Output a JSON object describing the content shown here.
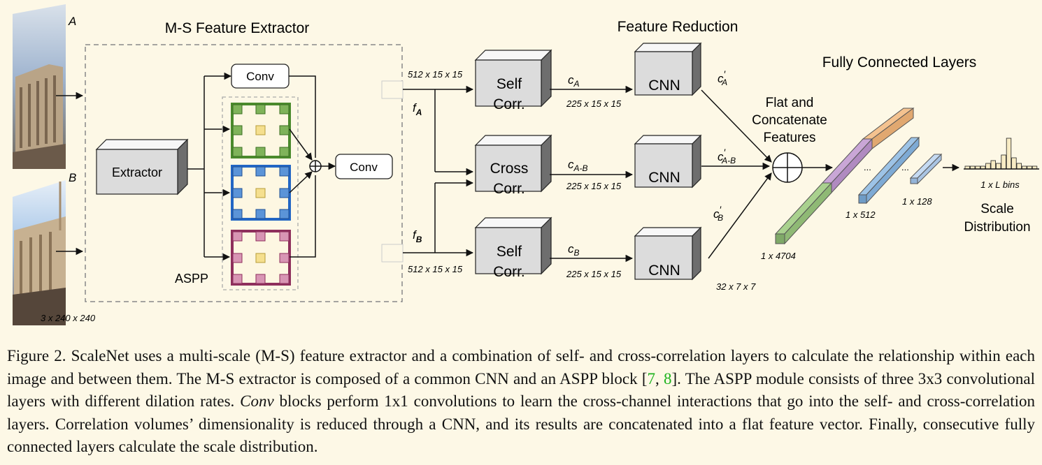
{
  "diagram": {
    "images": {
      "a_label": "A",
      "b_label": "B",
      "input_dim": "3 x 240 x 240",
      "colors": {
        "sky_a": "#9fb4cf",
        "stone": "#b9a487",
        "sky_b": "#9ec1e6"
      }
    },
    "extractor_section": {
      "title": "M-S Feature Extractor",
      "extractor_label": "Extractor",
      "conv_top_label": "Conv",
      "conv_right_label": "Conv",
      "aspp_label": "ASPP",
      "plus_symbol": "⊕",
      "aspp_colors": {
        "green": "#4a8a2c",
        "blue": "#2266c4",
        "purple": "#8e2f5c",
        "fill": "#fdf7e2",
        "center": "#f5df8e"
      }
    },
    "features": {
      "fa_label": "f",
      "fa_sub": "A",
      "fb_label": "f",
      "fb_sub": "B",
      "dim_top": "512 x 15 x 15",
      "dim_bottom": "512 x 15 x 15"
    },
    "correlation": {
      "self_a": [
        "Self",
        "Corr."
      ],
      "cross": [
        "Cross",
        "Corr."
      ],
      "self_b": [
        "Self",
        "Corr."
      ],
      "ca_label": "c",
      "ca_sub": "A",
      "cab_label": "c",
      "cab_sub": "A-B",
      "cb_label": "c",
      "cb_sub": "B",
      "dim_a": "225 x 15 x 15",
      "dim_ab": "225 x 15 x 15",
      "dim_b": "225 x 15 x 15"
    },
    "reduction": {
      "title": "Feature Reduction",
      "cnn_label": "CNN",
      "out_a_label": "c",
      "out_a_prime": "′",
      "out_a_sub": "A",
      "out_ab_label": "c",
      "out_ab_prime": "′",
      "out_ab_sub": "A-B",
      "out_b_label": "c",
      "out_b_prime": "′",
      "out_b_sub": "B",
      "out_dim": "32 x 7 x 7"
    },
    "fully_connected": {
      "title": "Fully Connected Layers",
      "concat_line1": "Flat and",
      "concat_line2": "Concatenate",
      "concat_line3": "Features",
      "plus_symbol": "⊕",
      "ellipsis": "...",
      "dim_4704": "1 x 4704",
      "dim_512": "1 x 512",
      "dim_128": "1 x 128",
      "bins_label": "1 x L bins",
      "scale_line1": "Scale",
      "scale_line2": "Distribution",
      "histogram": [
        1,
        1,
        1,
        1,
        2,
        3,
        2,
        5,
        11,
        4,
        2,
        1,
        1,
        1
      ],
      "colors": {
        "green": "#a9d18e",
        "purple": "#c9a6d6",
        "orange": "#f4c28f",
        "blue": "#9dc3e6",
        "light_blue": "#c5daf2"
      }
    }
  },
  "caption": {
    "part1": "Figure 2.  ScaleNet uses a multi-scale (M-S) feature extractor and a combination of self- and cross-correlation layers to calculate the relationship within each image and between them.  The M-S extractor is composed of a common CNN and an ASPP block [",
    "ref1": "7",
    "sep": ", ",
    "ref2": "8",
    "part2": "].  The ASPP module consists of three 3x3 convolutional layers with different dilation rates. ",
    "conv_word": "Conv",
    "part3": " blocks perform 1x1 convolutions to learn the cross-channel interactions that go into the self- and cross-correlation layers.  Correlation volumes’ dimensionality is reduced through a CNN, and its results are concatenated into a flat feature vector. Finally, consecutive fully connected layers calculate the scale distribution."
  }
}
